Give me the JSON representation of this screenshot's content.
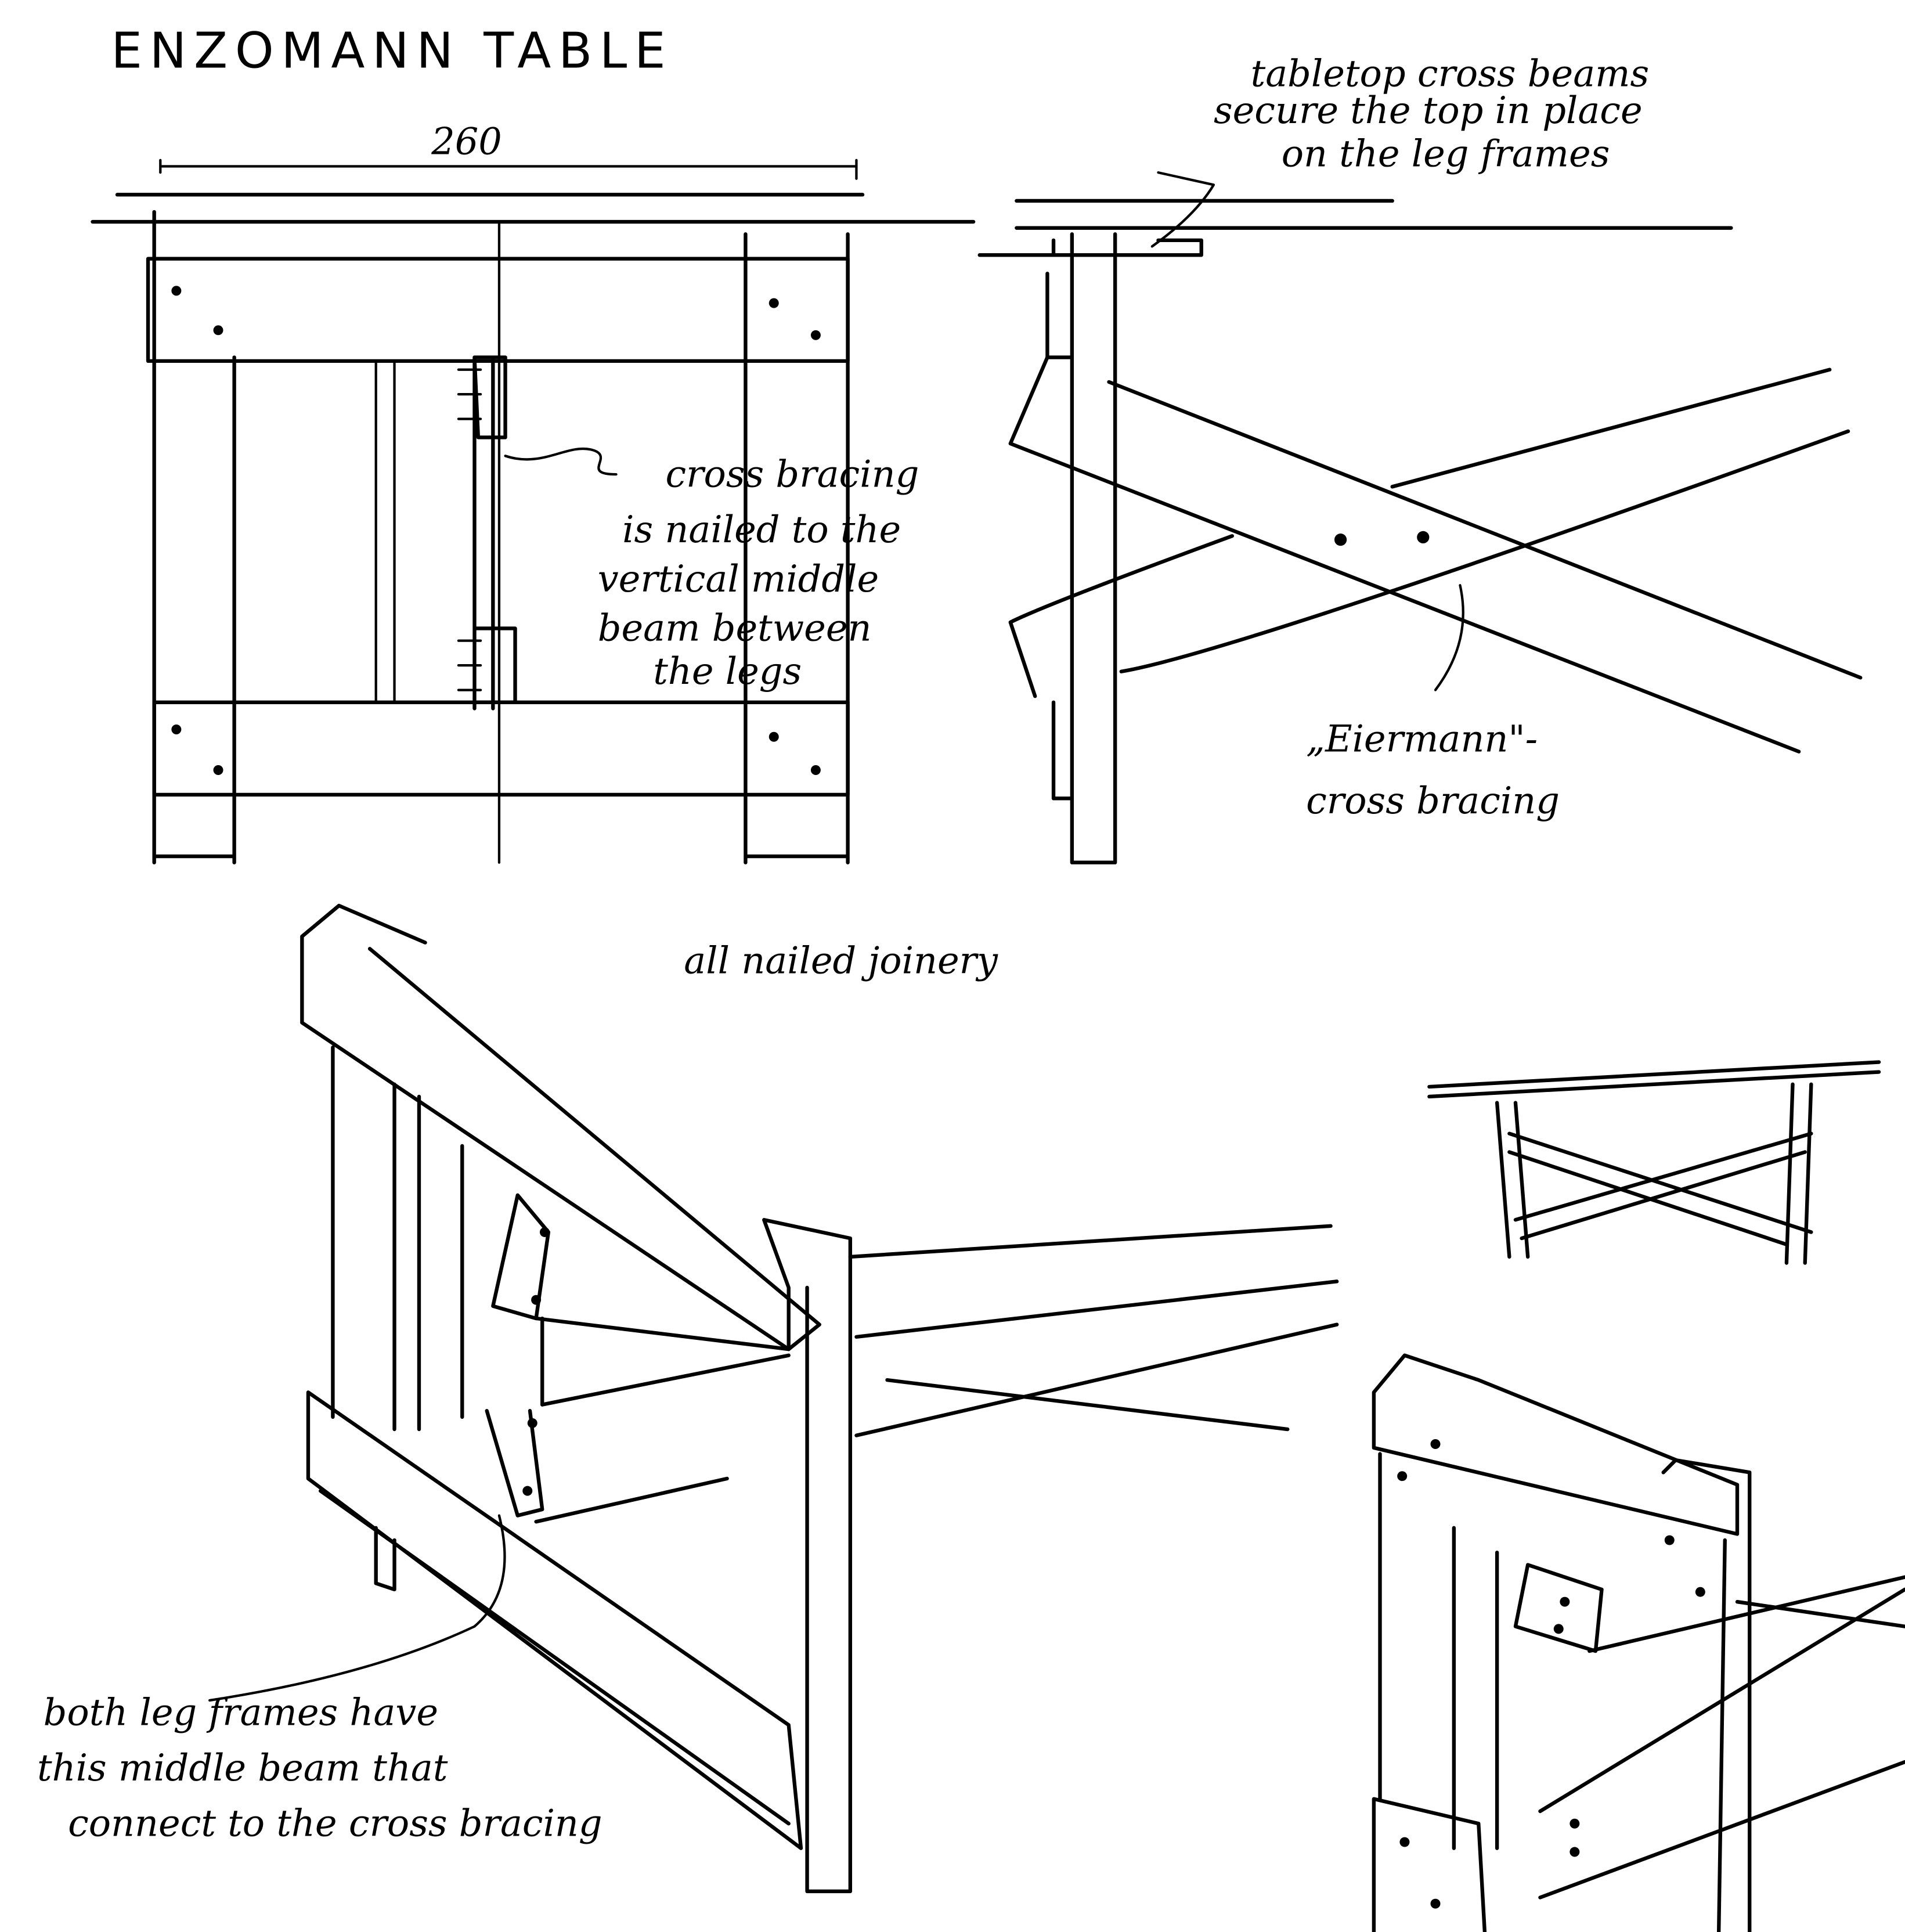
{
  "title": "ENZOMANN TABLE",
  "dimension": "260",
  "notes": {
    "tabletop": [
      "tabletop cross beams",
      "secure the top in place",
      "on the leg frames"
    ],
    "cross_bracing": [
      "cross bracing",
      "is nailed to the",
      "vertical middle",
      "beam between",
      "the legs"
    ],
    "eiermann": [
      "„Eiermann\"-",
      "cross bracing"
    ],
    "joinery": "all nailed joinery",
    "leg_frames": [
      "both leg frames have",
      "this middle beam that",
      "connect to the cross bracing"
    ]
  }
}
